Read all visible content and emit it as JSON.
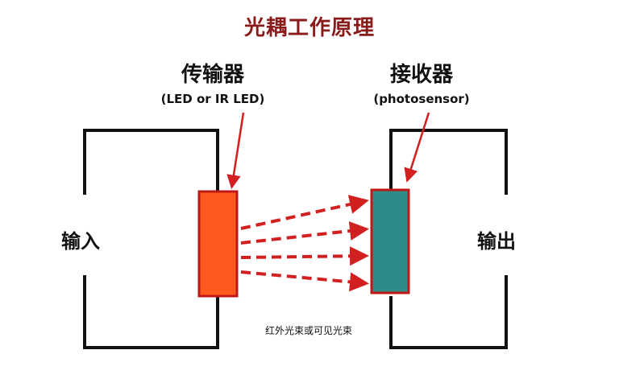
{
  "title": "光耦工作原理",
  "transmitter": {
    "label": "传输器",
    "sublabel": "(LED or IR LED)"
  },
  "receiver": {
    "label": "接收器",
    "sublabel": "(photosensor)"
  },
  "input_label": "输入",
  "output_label": "输出",
  "beam_caption": "红外光束或可见光束",
  "colors": {
    "title": "#8b1a1a",
    "led_fill": "#ff5a1e",
    "led_stroke": "#c01818",
    "sensor_fill": "#2e8b89",
    "sensor_stroke": "#c01818",
    "arrow": "#d21f1f",
    "wire": "#111111"
  }
}
